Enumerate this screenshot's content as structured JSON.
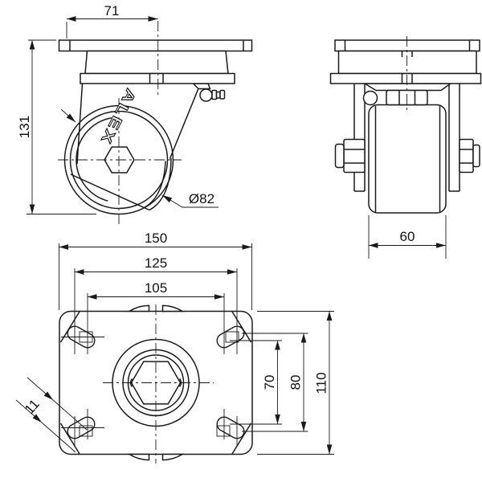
{
  "drawing": {
    "front_view": {
      "dim_offset": "71",
      "dim_height": "131",
      "dim_wheel_diameter": "Ø82",
      "brand_logo": "ALEX"
    },
    "side_view": {
      "dim_wheel_width": "60"
    },
    "plan_view": {
      "dim_plate_width": "150",
      "dim_bolt_pitch_wide": "125",
      "dim_bolt_pitch_narrow": "105",
      "dim_bolt_pitch_v_narrow": "70",
      "dim_bolt_pitch_v_wide": "80",
      "dim_plate_depth": "110",
      "dim_slot_width": "11"
    },
    "line_color": "#1a1a1a",
    "background_color": "#ffffff"
  }
}
